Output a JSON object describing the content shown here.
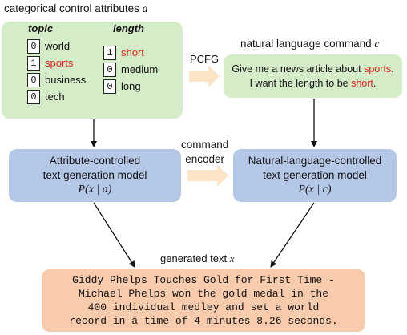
{
  "header": {
    "attributes_label": "categorical control attributes",
    "attributes_var": "a",
    "command_label": "natural language command",
    "command_var": "c"
  },
  "attributes": {
    "topic": {
      "heading": "topic",
      "items": [
        {
          "value": "0",
          "label": "world",
          "highlight": false
        },
        {
          "value": "1",
          "label": "sports",
          "highlight": true
        },
        {
          "value": "0",
          "label": "business",
          "highlight": false
        },
        {
          "value": "0",
          "label": "tech",
          "highlight": false
        }
      ]
    },
    "length": {
      "heading": "length",
      "items": [
        {
          "value": "1",
          "label": "short",
          "highlight": true
        },
        {
          "value": "0",
          "label": "medium",
          "highlight": false
        },
        {
          "value": "0",
          "label": "long",
          "highlight": false
        }
      ]
    }
  },
  "command": {
    "line1_prefix": "Give me a news article about ",
    "line1_highlight": "sports",
    "line1_suffix": ".",
    "line2_prefix": "I want the length to be ",
    "line2_highlight": "short",
    "line2_suffix": "."
  },
  "arrows": {
    "pcfg_label": "PCFG",
    "encoder_label_line1": "command",
    "encoder_label_line2": "encoder"
  },
  "models": {
    "attribute": {
      "line1": "Attribute-controlled",
      "line2": "text generation model",
      "formula": "P(x | a)"
    },
    "language": {
      "line1": "Natural-language-controlled",
      "line2": "text generation model",
      "formula": "P(x | c)"
    }
  },
  "output": {
    "label": "generated text",
    "var": "x",
    "lines": [
      "Giddy Phelps Touches Gold for First Time -",
      "Michael Phelps won the gold medal in the",
      "400 individual medley and set a world",
      "record in a time of 4 minutes 8.26 seconds."
    ]
  },
  "colors": {
    "green_box": "#d5ecc9",
    "blue_box": "#b4c7e7",
    "orange_box": "#f8cbad",
    "highlight_red": "#e0201b",
    "block_arrow": "#fbe5c6"
  }
}
